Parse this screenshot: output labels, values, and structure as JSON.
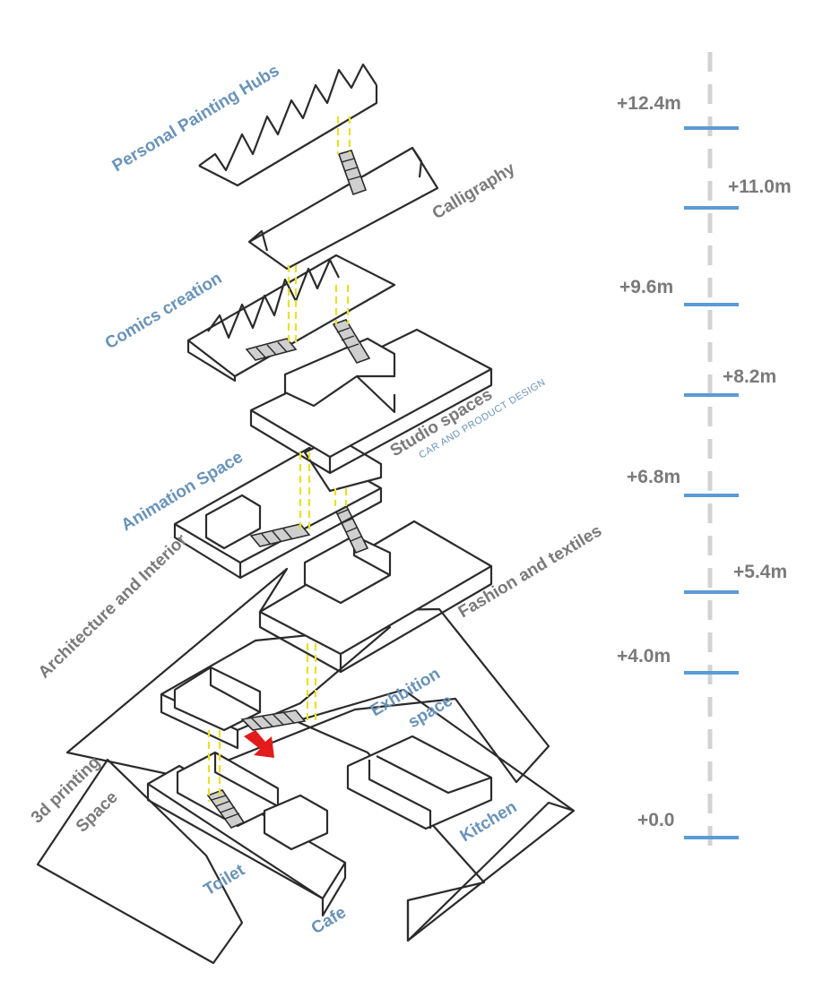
{
  "labels": {
    "personal_painting_hubs": "Personal Painting Hubs",
    "calligraphy": "Calligraphy",
    "comics_creation": "Comics creation",
    "studio_spaces": "Studio spaces",
    "studio_spaces_sub": "CAR AND PRODUCT DESIGN",
    "animation_space": "Animation Space",
    "fashion_and_textiles": "Fashion and textiles",
    "architecture_and_interior": "Architecture and Interior",
    "exhibition_line1": "Exhbition",
    "exhibition_line2": "space",
    "printing_line1": "3d printing",
    "printing_line2": "Space",
    "kitchen": "Kitchen",
    "toilet": "Toilet",
    "cafe": "Cafe"
  },
  "levels": [
    "+12.4m",
    "+11.0m",
    "+9.6m",
    "+8.2m",
    "+6.8m",
    "+5.4m",
    "+4.0m",
    "+0.0"
  ],
  "colors": {
    "label_blue": "#6a93b8",
    "label_grey": "#7a7a7a",
    "level_tick": "#5b9bd5",
    "guide_yellow": "#e8e02a",
    "arrow_red": "#e21b1b",
    "axis_grey": "#d3d3d3"
  }
}
